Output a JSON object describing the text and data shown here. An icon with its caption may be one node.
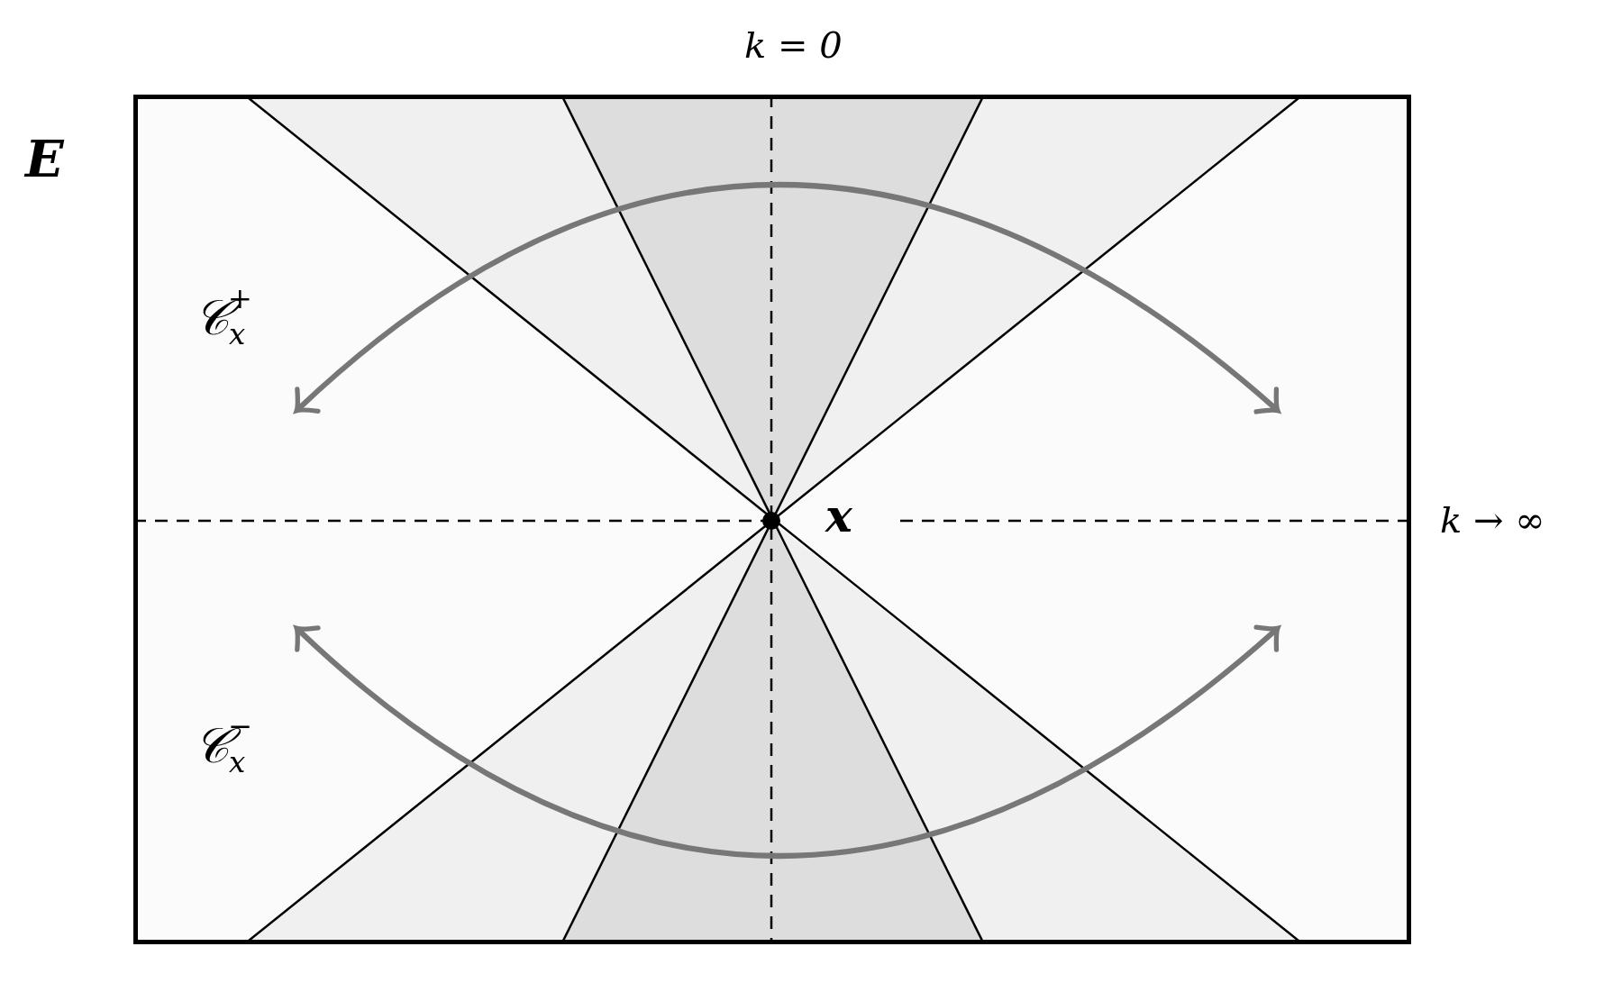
{
  "diagram": {
    "nodes": [
      {
        "text": [
          "E"
        ]
      },
      {
        "text": [],
        "shape": "circle",
        "in": 0,
        "beside": [
          "x"
        ]
      }
    ],
    "labels": [
      "k = 0",
      "𝒞$_{x}$$^{+}$",
      "k → ∞",
      "𝒞$_{x}$$^{−}$"
    ]
  }
}
